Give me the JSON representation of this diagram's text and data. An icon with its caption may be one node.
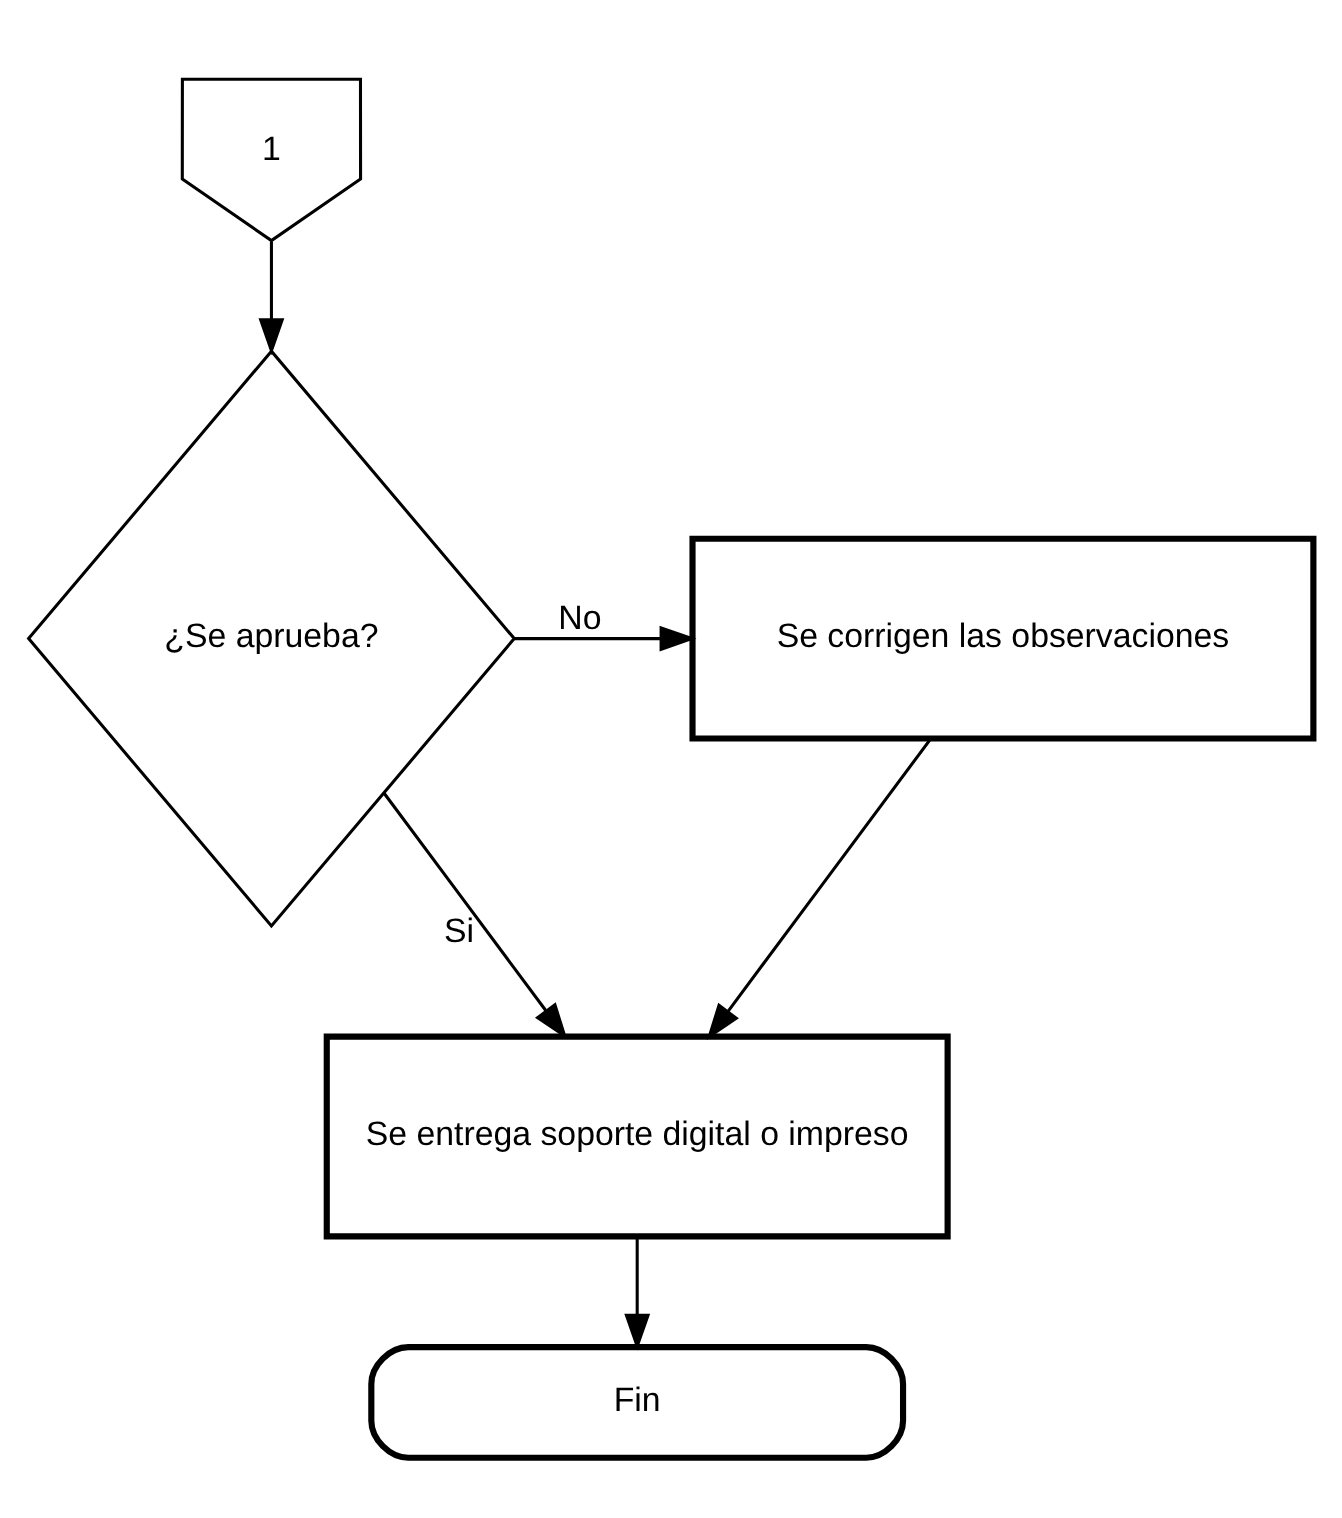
{
  "diagram": {
    "nodes": [
      {
        "text": [
          "1"
        ]
      },
      {
        "text": [
          "¿Se aprueba?"
        ]
      },
      {
        "text": [
          "Se corrigen las observaciones"
        ]
      },
      {
        "text": [
          "Se entrega soporte digital o impreso"
        ]
      },
      {
        "text": [
          "Fin"
        ]
      }
    ],
    "edges": [
      {
        "from": 0,
        "to": 1,
        "arrow": "to"
      },
      {
        "from": 1,
        "to": 2,
        "arrow": "to",
        "label": "No"
      },
      {
        "from": 1,
        "to": 3,
        "arrow": "to",
        "label": "Si"
      },
      {
        "from": 2,
        "to": 3,
        "arrow": "to"
      },
      {
        "from": 3,
        "to": 4,
        "arrow": "to"
      }
    ]
  }
}
